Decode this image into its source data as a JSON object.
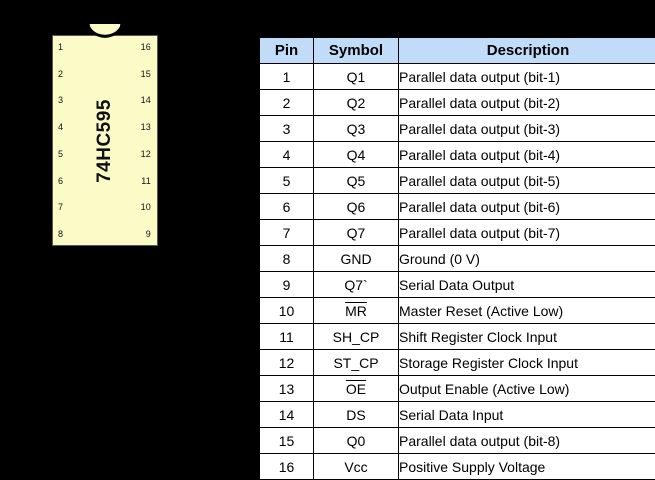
{
  "background_color": "#000000",
  "chip": {
    "label": "74HC595",
    "body_color": "#FBFBC8",
    "notch_name": "package-notch",
    "left_pins": [
      "1",
      "2",
      "3",
      "4",
      "5",
      "6",
      "7",
      "8"
    ],
    "right_pins": [
      "16",
      "15",
      "14",
      "13",
      "12",
      "11",
      "10",
      "9"
    ]
  },
  "table": {
    "header_color": "#C0DCF8",
    "columns": [
      "Pin",
      "Symbol",
      "Description"
    ],
    "rows": [
      {
        "pin": "1",
        "symbol": "Q1",
        "symbol_overline": false,
        "description": "Parallel data output (bit-1)"
      },
      {
        "pin": "2",
        "symbol": "Q2",
        "symbol_overline": false,
        "description": "Parallel data output (bit-2)"
      },
      {
        "pin": "3",
        "symbol": "Q3",
        "symbol_overline": false,
        "description": "Parallel data output (bit-3)"
      },
      {
        "pin": "4",
        "symbol": "Q4",
        "symbol_overline": false,
        "description": "Parallel data output (bit-4)"
      },
      {
        "pin": "5",
        "symbol": "Q5",
        "symbol_overline": false,
        "description": "Parallel data output (bit-5)"
      },
      {
        "pin": "6",
        "symbol": "Q6",
        "symbol_overline": false,
        "description": "Parallel data output (bit-6)"
      },
      {
        "pin": "7",
        "symbol": "Q7",
        "symbol_overline": false,
        "description": "Parallel data output (bit-7)"
      },
      {
        "pin": "8",
        "symbol": "GND",
        "symbol_overline": false,
        "description": "Ground (0 V)"
      },
      {
        "pin": "9",
        "symbol": "Q7`",
        "symbol_overline": false,
        "description": "Serial Data Output"
      },
      {
        "pin": "10",
        "symbol": "MR",
        "symbol_overline": true,
        "description": "Master Reset (Active Low)"
      },
      {
        "pin": "11",
        "symbol": "SH_CP",
        "symbol_overline": false,
        "description": "Shift Register Clock Input"
      },
      {
        "pin": "12",
        "symbol": "ST_CP",
        "symbol_overline": false,
        "description": "Storage Register Clock Input"
      },
      {
        "pin": "13",
        "symbol": "OE",
        "symbol_overline": true,
        "description": "Output Enable (Active Low)"
      },
      {
        "pin": "14",
        "symbol": "DS",
        "symbol_overline": false,
        "description": "Serial Data Input"
      },
      {
        "pin": "15",
        "symbol": "Q0",
        "symbol_overline": false,
        "description": "Parallel data output (bit-8)"
      },
      {
        "pin": "16",
        "symbol": "Vcc",
        "symbol_overline": false,
        "description": "Positive Supply Voltage"
      }
    ]
  }
}
